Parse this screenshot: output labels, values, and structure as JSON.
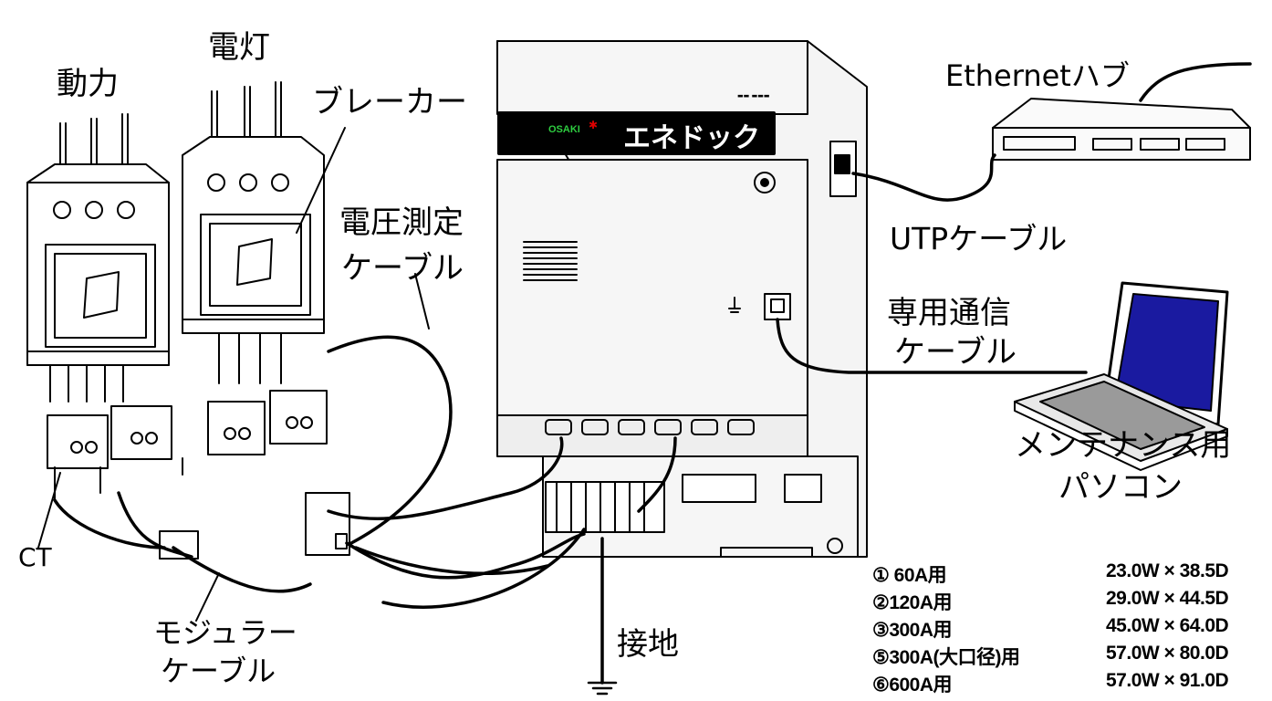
{
  "labels": {
    "douryoku": "動力",
    "dentou": "電灯",
    "breaker": "ブレーカー",
    "voltage_cable_1": "電圧測定",
    "voltage_cable_2": "ケーブル",
    "ethernet_hub": "Ethernetハブ",
    "utp_cable": "UTPケーブル",
    "dedicated_cable_1": "専用通信",
    "dedicated_cable_2": "ケーブル",
    "maintenance_pc_1": "メンテナンス用",
    "maintenance_pc_2": "パソコン",
    "ct": "CT",
    "modular_cable_1": "モジュラー",
    "modular_cable_2": "ケーブル",
    "ground": "接地"
  },
  "device": {
    "brand_logo": "OSAKI",
    "product_name": "エネドック"
  },
  "specs": [
    {
      "name": "①  60A用",
      "size": "23.0W × 38.5D"
    },
    {
      "name": "②120A用",
      "size": "29.0W × 44.5D"
    },
    {
      "name": "③300A用",
      "size": "45.0W × 64.0D"
    },
    {
      "name": "⑤300A(大口径)用",
      "size": "57.0W × 80.0D"
    },
    {
      "name": "⑥600A用",
      "size": "57.0W × 91.0D"
    }
  ],
  "colors": {
    "line": "#000000",
    "device_face": "#f2f2f2",
    "screen": "#1a1aa0"
  }
}
